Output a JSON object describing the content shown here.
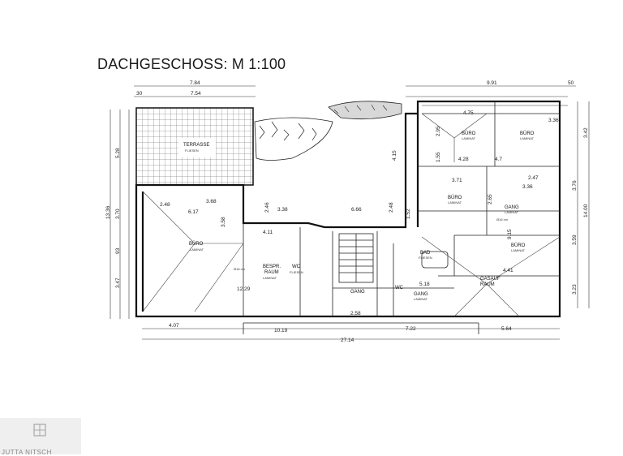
{
  "title": "DACHGESCHOSS:    M 1:100",
  "watermark": "JUTTA NITSCH",
  "rooms": {
    "terrasse": "TERRASSE",
    "terrasse_sub": "FLIESEN",
    "buero_left": "BÜRO",
    "buero_left_sub": "LAMINAT",
    "bespr": "BESPR.",
    "raum": "RAUM",
    "bespr_sub": "LAMINAT",
    "wc1": "WC",
    "wc1_sub": "FLIESEN",
    "gang1": "GANG",
    "wc2": "WC",
    "bad": "BAD",
    "bad_sub": "FLIESEN",
    "gang2": "GANG",
    "gang2_sub": "LAMINAT",
    "buero_tr1": "BÜRO",
    "buero_tr1_sub": "LAMINAT",
    "buero_tr2": "BÜRO",
    "buero_tr2_sub": "LAMINAT",
    "buero_mid": "BÜRO",
    "buero_mid_sub": "LAMINAT",
    "gang3": "GANG",
    "gang3_sub": "LAMINAT",
    "buero_right": "BÜRO",
    "buero_right_sub": "LAMINAT",
    "gasauf": "GASAUF",
    "gasauf_raum": "RAUM"
  },
  "dims": {
    "top_784": "7.84",
    "top_30": "30",
    "top_754": "7.54",
    "top_991": "9.91",
    "top_50": "50",
    "d336a": "3.36",
    "d475": "4.75",
    "d342": "3.42",
    "d528": "5.28",
    "d1336": "13.36",
    "d370": "3.70",
    "d93": "93",
    "d347": "3.47",
    "d415": "4.15",
    "d295": "2.95",
    "d155": "1.55",
    "d428": "4.28",
    "d47": "4.7",
    "d371": "3.71",
    "d247": "2.47",
    "d336b": "3.36",
    "d376": "3.76",
    "d1400": "14.00",
    "d359": "3.59",
    "d323": "3.23",
    "d248": "2.48",
    "d368": "3.68",
    "d617": "6.17",
    "d358": "3.58",
    "d246": "2.46",
    "d338": "3.38",
    "d666": "6.66",
    "d248b": "2.48",
    "d411": "4.11",
    "d1229": "12.29",
    "d518": "5.18",
    "d441": "4.41",
    "d258": "2.58",
    "d152": "1.52",
    "d915": "9.15",
    "d265": "2.65",
    "d407": "4.07",
    "d1019": "10.19",
    "d722": "7.22",
    "d564": "5.64",
    "d2714": "27.14",
    "d16a": "Ø16 cm",
    "d16b": "Ø16 cm"
  }
}
